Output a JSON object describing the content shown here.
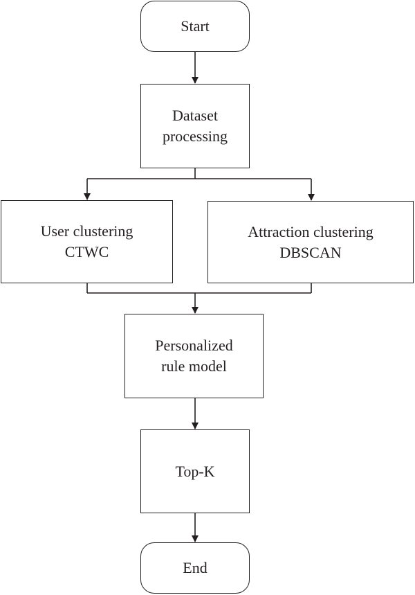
{
  "flowchart": {
    "start": {
      "label": "Start"
    },
    "dataset": {
      "line1": "Dataset",
      "line2": "processing"
    },
    "user_clustering": {
      "line1": "User clustering",
      "line2": "CTWC"
    },
    "attraction_clustering": {
      "line1": "Attraction clustering",
      "line2": "DBSCAN"
    },
    "rule_model": {
      "line1": "Personalized",
      "line2": "rule model"
    },
    "topk": {
      "label": "Top-K"
    },
    "end": {
      "label": "End"
    }
  },
  "colors": {
    "stroke": "#231f20",
    "background": "#ffffff"
  }
}
